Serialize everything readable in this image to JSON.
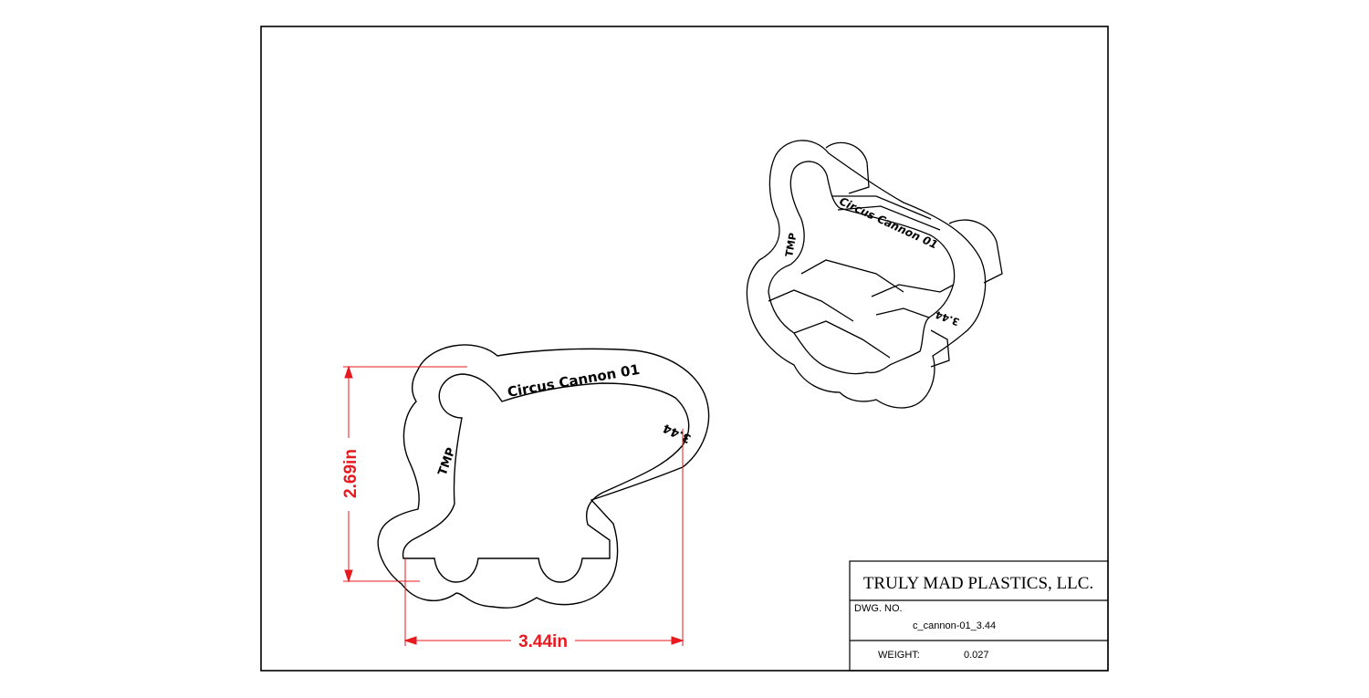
{
  "title_block": {
    "company": "TRULY MAD PLASTICS, LLC.",
    "dwg_no_label": "DWG.  NO.",
    "dwg_no_value": "c_cannon-01_3.44",
    "weight_label": "WEIGHT:",
    "weight_value": "0.027"
  },
  "dimensions": {
    "height_text": "2.69in",
    "width_text": "3.44in",
    "color": "#e8191f"
  },
  "engraving": {
    "name": "Circus Cannon 01",
    "brand": "TMP",
    "size": "3.44"
  }
}
